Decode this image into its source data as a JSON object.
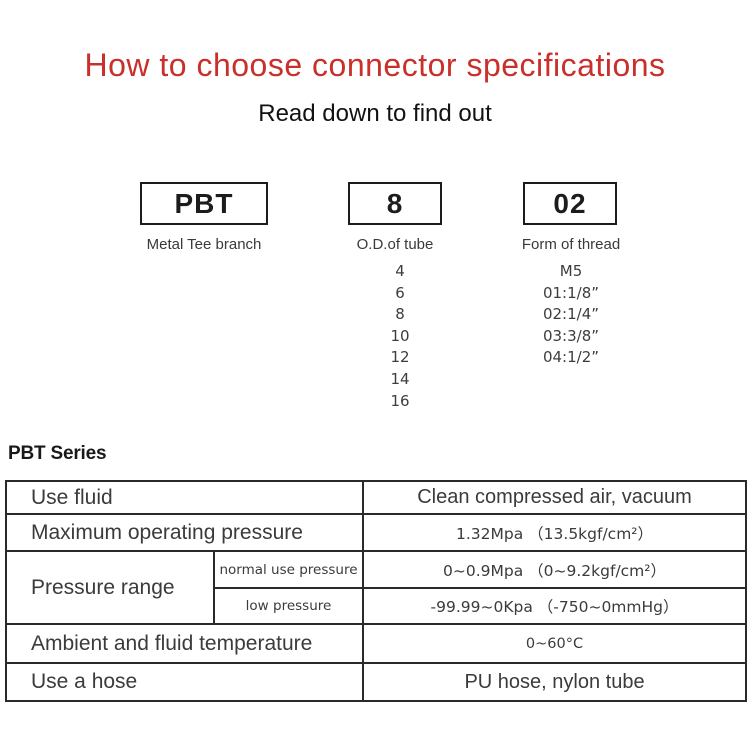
{
  "header": {
    "title": "How to choose connector specifications",
    "subtitle": "Read down to find out"
  },
  "code_columns": [
    {
      "code": "PBT",
      "label": "Metal Tee branch",
      "options": []
    },
    {
      "code": "8",
      "label": "O.D.of tube",
      "options": [
        "4",
        "6",
        "8",
        "10",
        "12",
        "14",
        "16"
      ]
    },
    {
      "code": "02",
      "label": "Form of thread",
      "options": [
        "M5",
        "01:1/8”",
        "02:1/4”",
        "03:3/8”",
        "04:1/2”"
      ]
    }
  ],
  "series": {
    "heading": "PBT Series"
  },
  "spec_table": {
    "rows": [
      {
        "label": "Use fluid",
        "value": "Clean compressed air, vacuum"
      },
      {
        "label": "Maximum operating pressure",
        "value": "1.32Mpa （13.5kgf/cm²）"
      },
      {
        "label": "Pressure range",
        "sub": [
          {
            "label": "normal use pressure",
            "value": "0~0.9Mpa （0~9.2kgf/cm²）"
          },
          {
            "label": "low pressure",
            "value": "-99.99~0Kpa （-750~0mmHg）"
          }
        ]
      },
      {
        "label": "Ambient and fluid temperature",
        "value": "0~60°C"
      },
      {
        "label": "Use a hose",
        "value": "PU hose, nylon tube"
      }
    ]
  },
  "colors": {
    "accent_red": "#c9302b",
    "table_tint_beige": "#f3ecdf",
    "border_dark": "#2a2a27"
  }
}
